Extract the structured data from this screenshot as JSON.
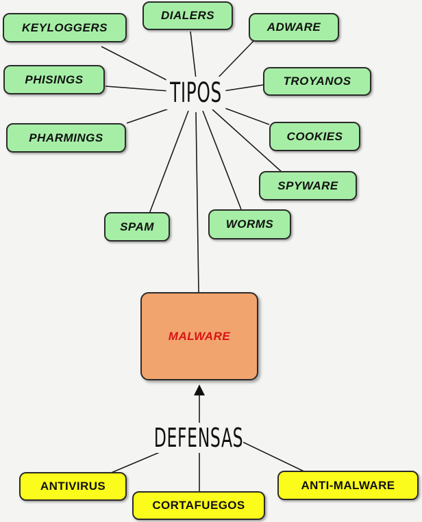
{
  "tipos": {
    "hub_label": "TIPOS",
    "items": {
      "keyloggers": "KEYLOGGERS",
      "dialers": "DIALERS",
      "adware": "ADWARE",
      "phisings": "PHISINGS",
      "troyanos": "TROYANOS",
      "pharmings": "PHARMINGS",
      "cookies": "COOKIES",
      "spyware": "SPYWARE",
      "spam": "SPAM",
      "worms": "WORMS"
    }
  },
  "center": {
    "label": "MALWARE"
  },
  "defensas": {
    "hub_label": "DEFENSAS",
    "items": {
      "antivirus": "ANTIVIRUS",
      "cortafuegos": "CORTAFUEGOS",
      "anti_malware": "ANTI-MALWARE"
    }
  },
  "colors": {
    "tipo_fill": "#a6eea6",
    "defensa_fill": "#fbfb1c",
    "center_fill": "#f2a46e",
    "center_text": "#d81414"
  }
}
